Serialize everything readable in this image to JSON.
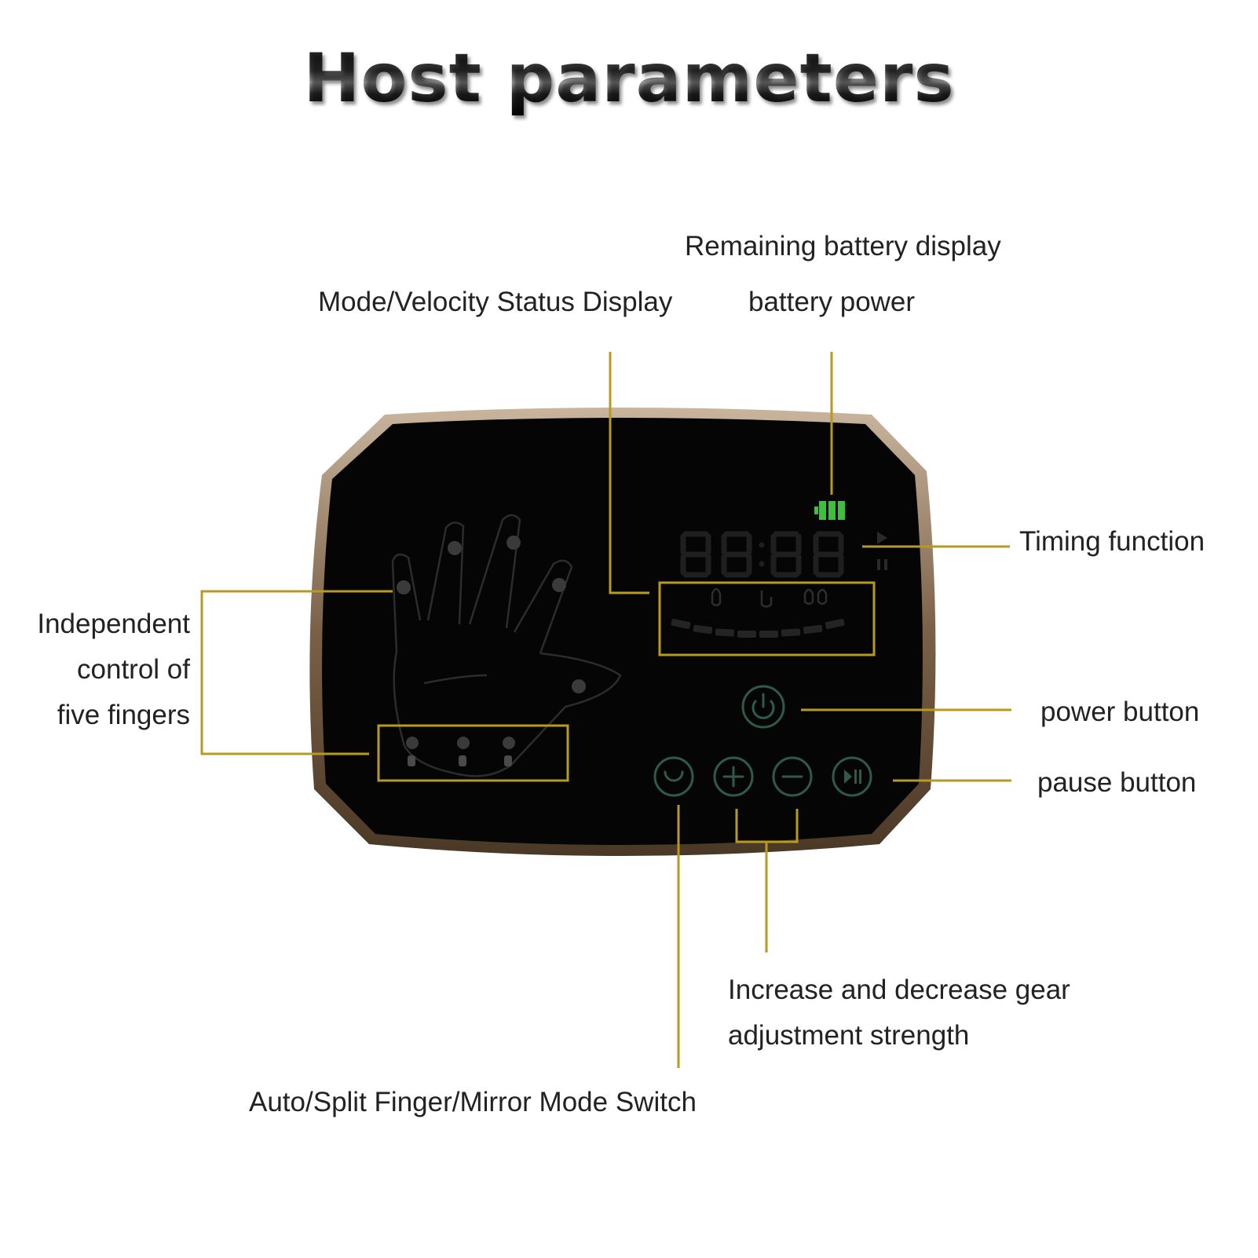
{
  "title": "Host parameters",
  "labels": {
    "remaining_battery": "Remaining battery display",
    "mode_velocity": "Mode/Velocity Status Display",
    "battery_power": "battery power",
    "timing_function": "Timing function",
    "independent_control": "Independent\ncontrol of\nfive fingers",
    "power_button": "power button",
    "pause_button": "pause button",
    "increase_decrease": "Increase and decrease gear\nadjustment strength",
    "mode_switch": "Auto/Split Finger/Mirror Mode Switch"
  },
  "colors": {
    "callout_line": "#b89a1e",
    "device_frame": "#7a6047",
    "device_face": "#050505",
    "button_glow": "#2f5a48",
    "battery_green": "#3fbf3f"
  },
  "icons": {
    "battery": "battery-icon",
    "power": "power-icon",
    "mode": "mode-switch-icon",
    "plus": "plus-icon",
    "minus": "minus-icon",
    "play_pause": "play-pause-icon",
    "hand": "hand-outline-icon"
  }
}
